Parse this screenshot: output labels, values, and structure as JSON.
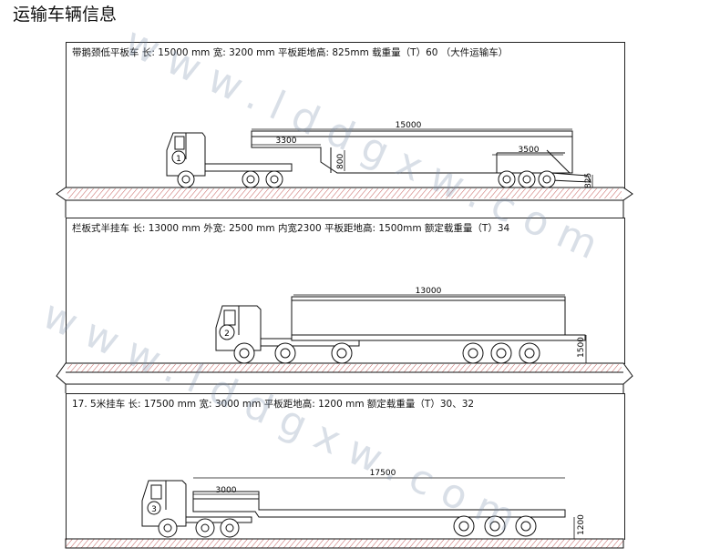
{
  "page_title": "运输车辆信息",
  "watermark": "www.lddgxw.com",
  "colors": {
    "ground_hatch": "#c0504d",
    "line": "#111111"
  },
  "panels": [
    {
      "caption": "带鹅颈低平板车  长: 15000 mm  宽: 3200 mm  平板距地高: 825mm  载重量（T）60    （大件运输车）",
      "circle_label": "1",
      "dim_total": "15000",
      "dim_neck": "3300",
      "dim_tail": "3500",
      "dim_neck_height": "800",
      "dim_bed_height": "825"
    },
    {
      "caption": "栏板式半挂车  长: 13000 mm  外宽: 2500 mm   内宽2300  平板距地高: 1500mm   额定载重量（T）34",
      "circle_label": "2",
      "dim_total": "13000",
      "dim_bed_height": "1500"
    },
    {
      "caption": "17. 5米挂车  长: 17500 mm  宽:  3000 mm  平板距地高:  1200 mm  额定载重量（T）30、32",
      "circle_label": "3",
      "dim_total": "17500",
      "dim_neck": "3000",
      "dim_bed_height": "1200"
    }
  ]
}
